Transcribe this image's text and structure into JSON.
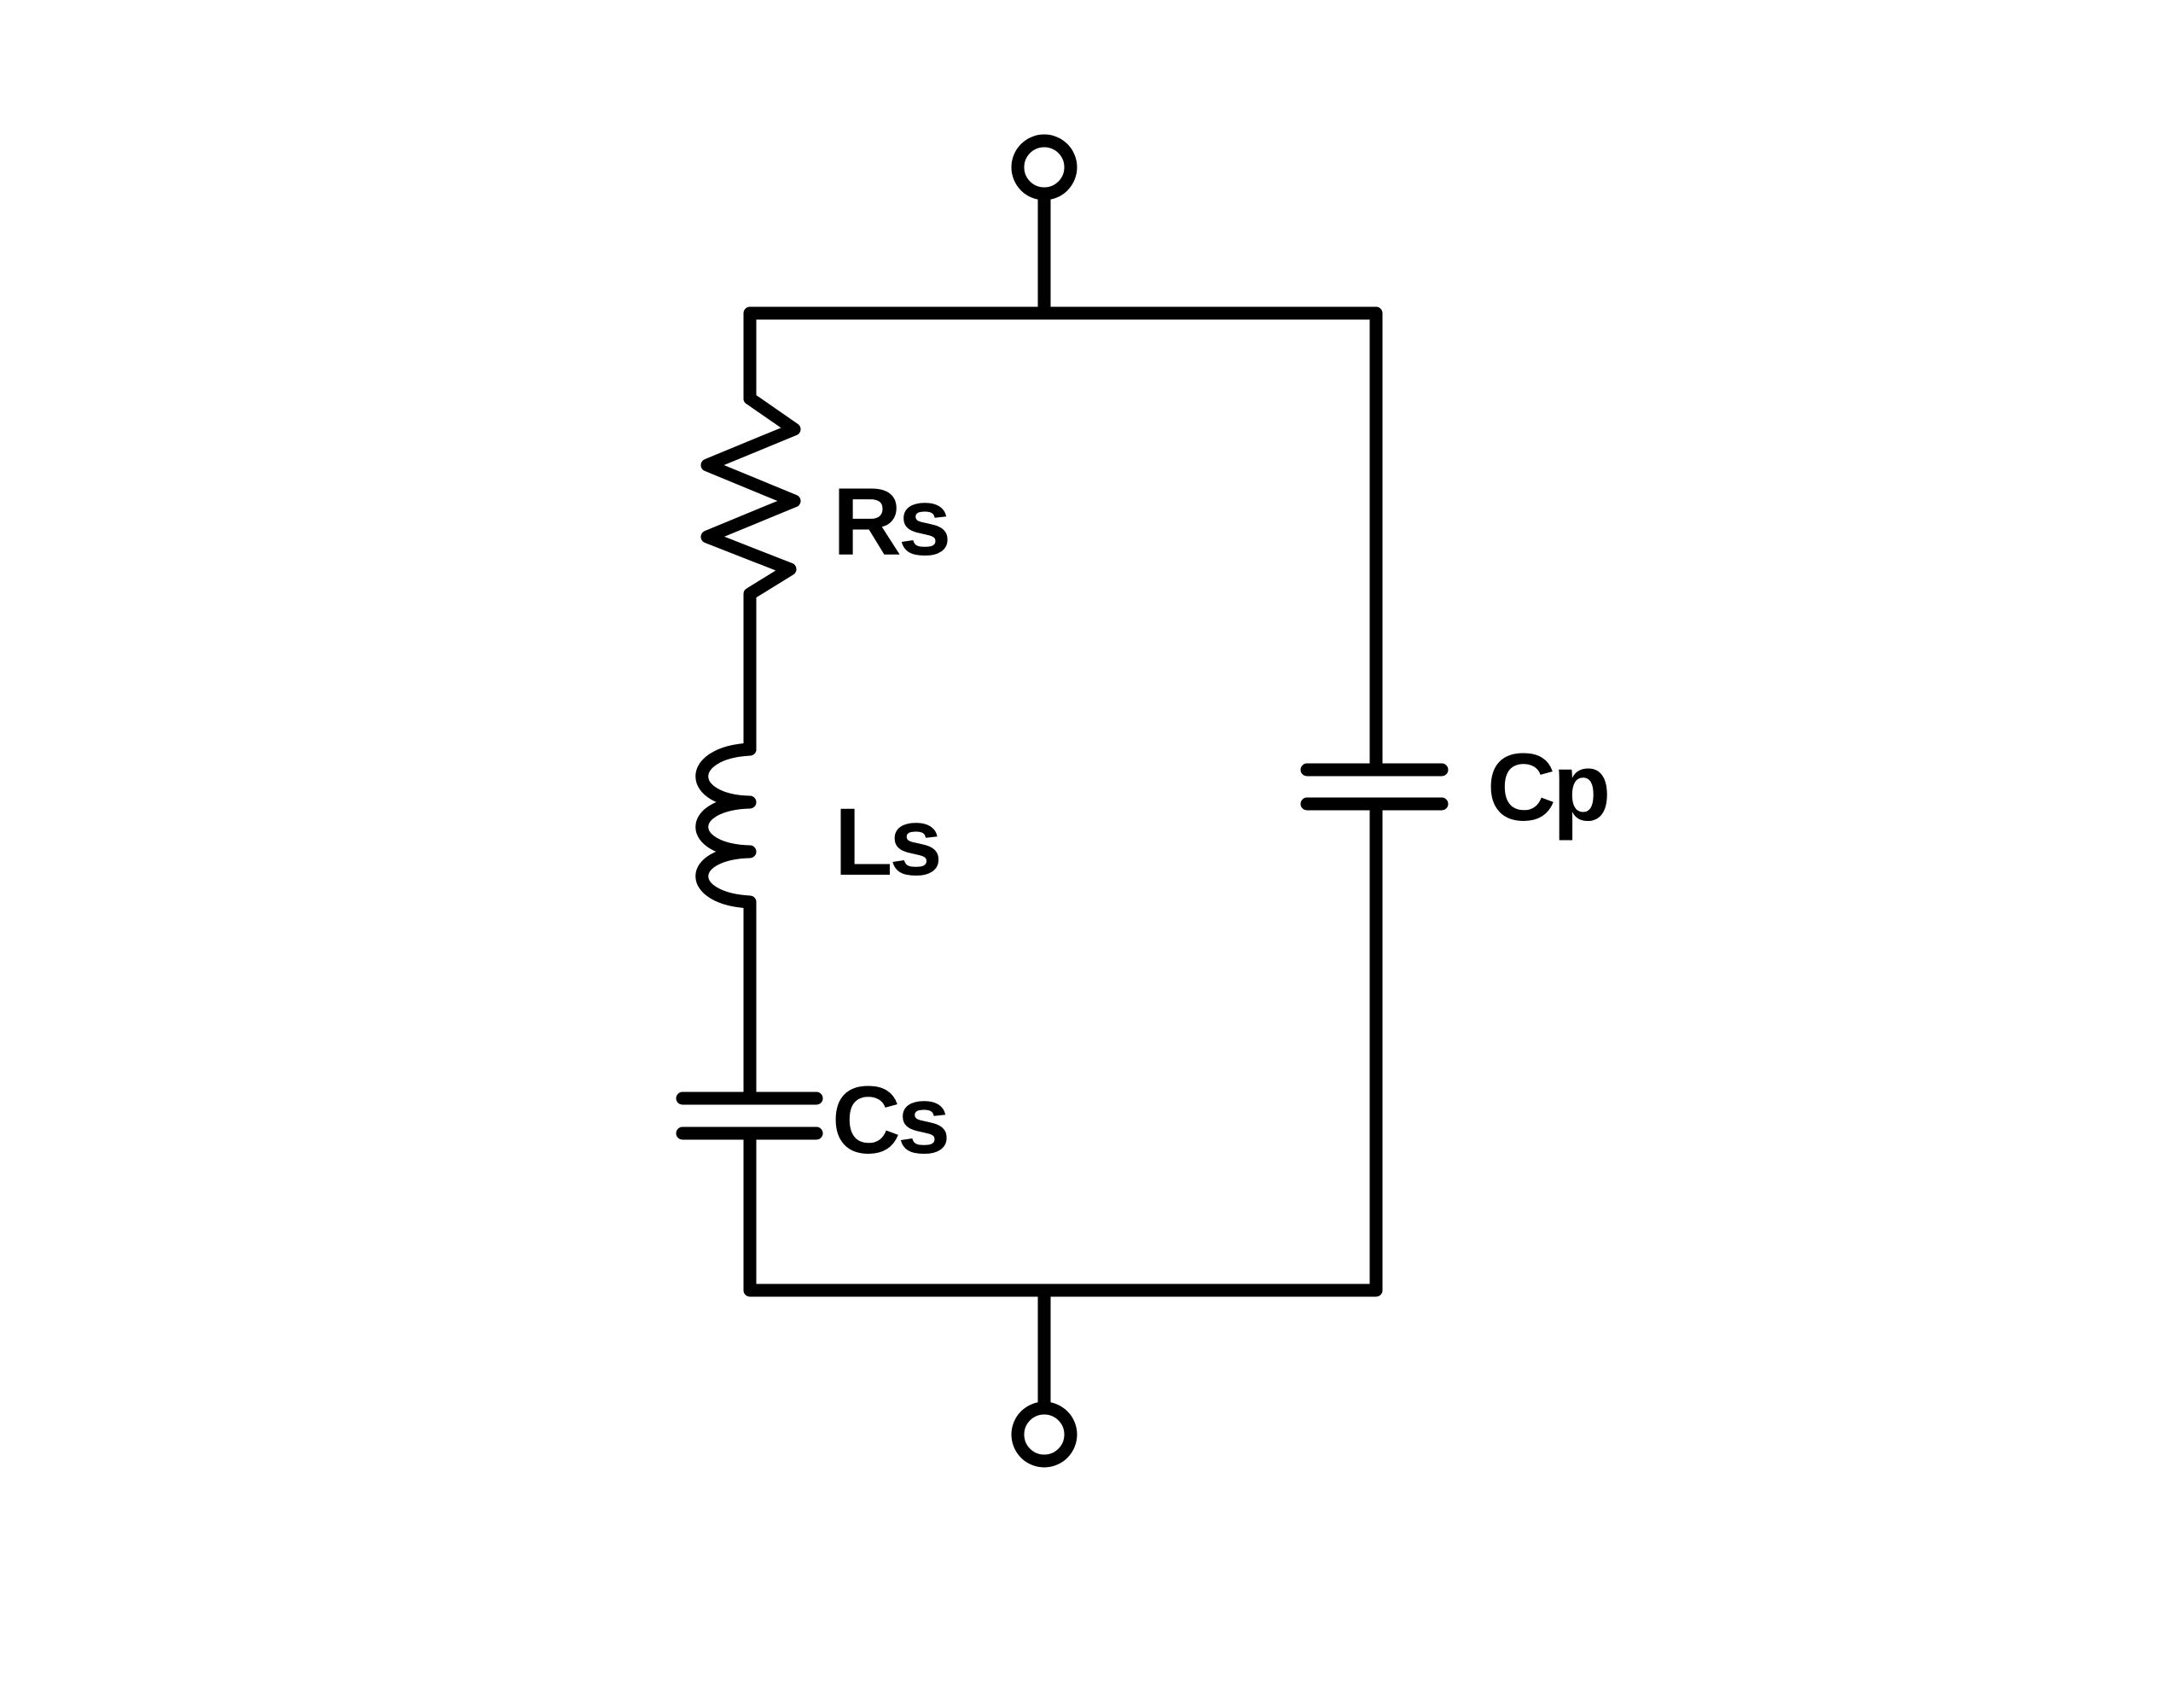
{
  "colors": {
    "line": "#000000",
    "background": "#ffffff"
  },
  "circuit": {
    "series_branch": {
      "resistor": {
        "label": "Rs",
        "type": "resistor"
      },
      "inductor": {
        "label": "Ls",
        "type": "inductor"
      },
      "capacitor": {
        "label": "Cs",
        "type": "capacitor"
      }
    },
    "parallel_branch": {
      "capacitor": {
        "label": "Cp",
        "type": "capacitor"
      }
    }
  }
}
